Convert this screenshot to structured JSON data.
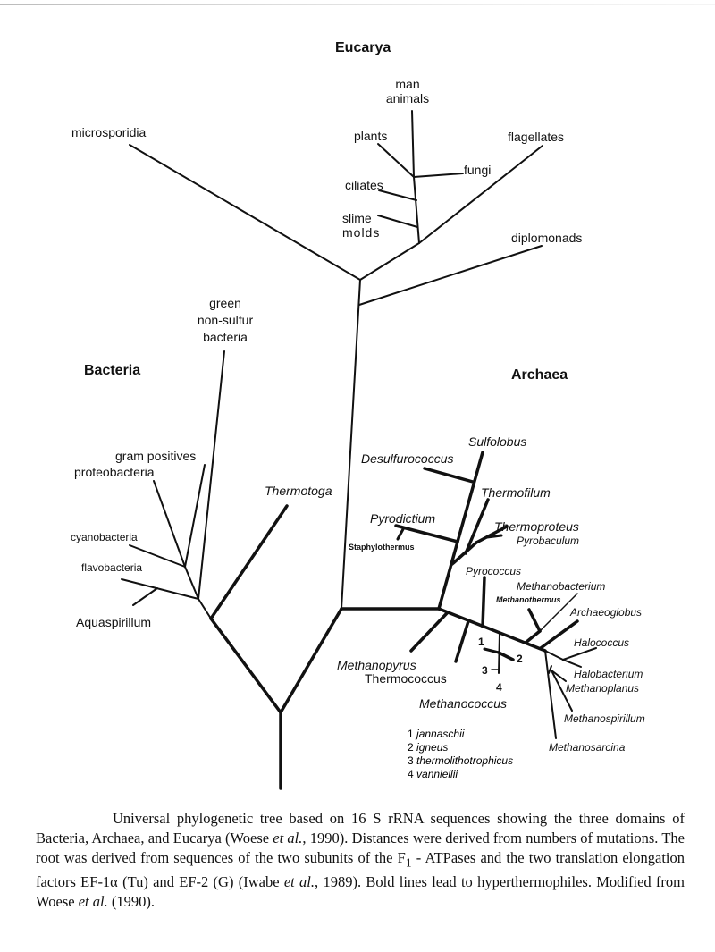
{
  "domains": {
    "eucarya": "Eucarya",
    "bacteria": "Bacteria",
    "archaea": "Archaea"
  },
  "eucarya_taxa": {
    "man": "man",
    "animals": "animals",
    "plants": "plants",
    "fungi": "fungi",
    "ciliates": "ciliates",
    "slime1": "slime",
    "slime2": "molds",
    "flagellates": "flagellates",
    "microsporidia": "microsporidia",
    "diplomonads": "diplomonads"
  },
  "bacteria_taxa": {
    "green1": "green",
    "green2": "non-sulfur",
    "green3": "bacteria",
    "gram_positives": "gram positives",
    "proteobacteria": "proteobacteria",
    "cyanobacteria": "cyanobacteria",
    "flavobacteria": "flavobacteria",
    "aquaspirillum": "Aquaspirillum",
    "thermotoga": "Thermotoga"
  },
  "archaea_taxa": {
    "sulfolobus": "Sulfolobus",
    "desulfurococcus": "Desulfurococcus",
    "thermofilum": "Thermofilum",
    "pyrodictium": "Pyrodictium",
    "staphylothermus": "Staphylothermus",
    "thermoproteus": "Thermoproteus",
    "pyrobaculum": "Pyrobaculum",
    "pyrococcus": "Pyrococcus",
    "methanobacterium": "Methanobacterium",
    "methanothermus": "Methanothermus",
    "archaeoglobus": "Archaeoglobus",
    "halococcus": "Halococcus",
    "halobacterium": "Halobacterium",
    "methanoplanus": "Methanoplanus",
    "methanospirillum": "Methanospirillum",
    "methanosarcina": "Methanosarcina",
    "methanopyrus": "Methanopyrus",
    "thermococcus": "Thermococcus",
    "methanococcus": "Methanococcus",
    "num1": "1",
    "num2": "2",
    "num3": "3",
    "num4": "4"
  },
  "methanococcus_legend": [
    {
      "num": "1",
      "name": "jannaschii"
    },
    {
      "num": "2",
      "name": "igneus"
    },
    {
      "num": "3",
      "name": "thermolithotrophicus"
    },
    {
      "num": "4",
      "name": "vanniellii"
    }
  ],
  "caption": {
    "line1": "Universal phylogenetic tree based on 16 S rRNA sequences showing the three domains of Bacteria, Archaea, and Eucarya (Woese ",
    "etal1": "et al.",
    "line2": ", 1990). Distances were derived from numbers of mutations. The root was derived from sequences of the two subunits of the F",
    "sub1": "1",
    "line3": " - ATPases and the two translation elongation factors EF-1α (Tu) and EF-2 (G) (Iwabe ",
    "etal2": "et al.",
    "line4": ", 1989). Bold lines lead to hyperthermophiles. Modified from Woese ",
    "etal3": "et al.",
    "line5": " (1990)."
  }
}
